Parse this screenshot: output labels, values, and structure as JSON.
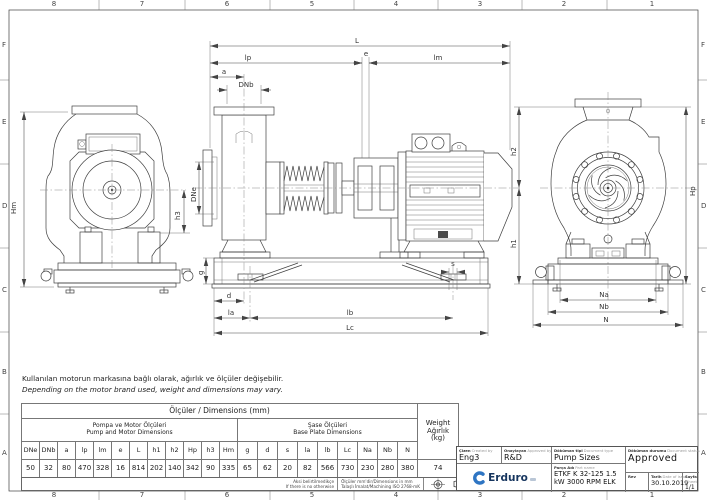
{
  "sheet": {
    "grid_cols": [
      "8",
      "7",
      "6",
      "5",
      "4",
      "3",
      "2",
      "1"
    ],
    "grid_rows": [
      "F",
      "E",
      "D",
      "C",
      "B",
      "A"
    ],
    "note_tr": "Kullanılan motorun markasına bağlı olarak, ağırlık ve ölçüler değişebilir.",
    "note_en": "Depending on the motor brand used, weight and dimensions may vary."
  },
  "dims": {
    "L": "L",
    "lp": "lp",
    "lm": "lm",
    "e": "e",
    "a": "a",
    "DNb": "DNb",
    "DNe": "DNe",
    "Hm": "Hm",
    "h3": "h3",
    "g": "g",
    "d": "d",
    "la": "la",
    "lb": "lb",
    "Lc": "Lc",
    "s": "s",
    "h1": "h1",
    "h2": "h2",
    "Hp": "Hp",
    "Na": "Na",
    "Nb": "Nb",
    "N": "N"
  },
  "table": {
    "title": "Ölçüler / Dimensions (mm)",
    "group1_tr": "Pompa ve Motor Ölçüleri",
    "group1_en": "Pump and Motor Dimensions",
    "group2_tr": "Şase Ölçüleri",
    "group2_en": "Base Plate Dimensions",
    "weight_l1": "Weight",
    "weight_l2": "Ağırlık",
    "weight_l3": "(kg)",
    "pump_headers": [
      "DNe",
      "DNb",
      "a",
      "lp",
      "lm",
      "e",
      "L",
      "h1",
      "h2",
      "Hp",
      "h3",
      "Hm"
    ],
    "pump_values": [
      "50",
      "32",
      "80",
      "470",
      "328",
      "16",
      "814",
      "202",
      "140",
      "342",
      "90",
      "335"
    ],
    "base_headers": [
      "g",
      "d",
      "s",
      "la",
      "lb",
      "Lc",
      "Na",
      "Nb",
      "N"
    ],
    "base_values": [
      "65",
      "62",
      "20",
      "82",
      "566",
      "730",
      "230",
      "280",
      "380"
    ],
    "weight_value": "74"
  },
  "tolerance": {
    "left_line1": "Aksi belirtilmedikçe",
    "left_line2": "If there is no otherwise",
    "right_line1": "Ölçüler mm'dir/Dimensions in mm",
    "right_line2": "Talaşlı İmalat/Machining ISO 2768-mK"
  },
  "title_block": {
    "created_label": "Çizen",
    "created_label_en": "Created by",
    "created_value": "Eng3",
    "approving_label": "Onaylayan",
    "approving_label_en": "Approved by",
    "approving_value": "R&D",
    "doctype_label": "Döküman tipi",
    "doctype_label_en": "Document type",
    "doctype_value": "Pump Sizes",
    "docstatus_label": "Döküman durumu",
    "docstatus_label_en": "Document status",
    "docstatus_value": "Approved",
    "logo_text": "Erduro",
    "part_label": "Parça Adı",
    "part_label_en": "Part name",
    "part_line1": "ETKF K  32-125 1.5",
    "part_line2": "kW 3000 RPM ELK",
    "rev_label": "Rev",
    "date_label": "Tarih",
    "date_label_en": "Date of issue",
    "date_value": "30.10.2019",
    "sheet_label": "Sayfa",
    "sheet_label_en": "Sheet",
    "sheet_value": "1/1"
  },
  "colors": {
    "line": "#3f3f3f",
    "logo_blue": "#2e75c3",
    "logo_navy": "#16355e"
  }
}
